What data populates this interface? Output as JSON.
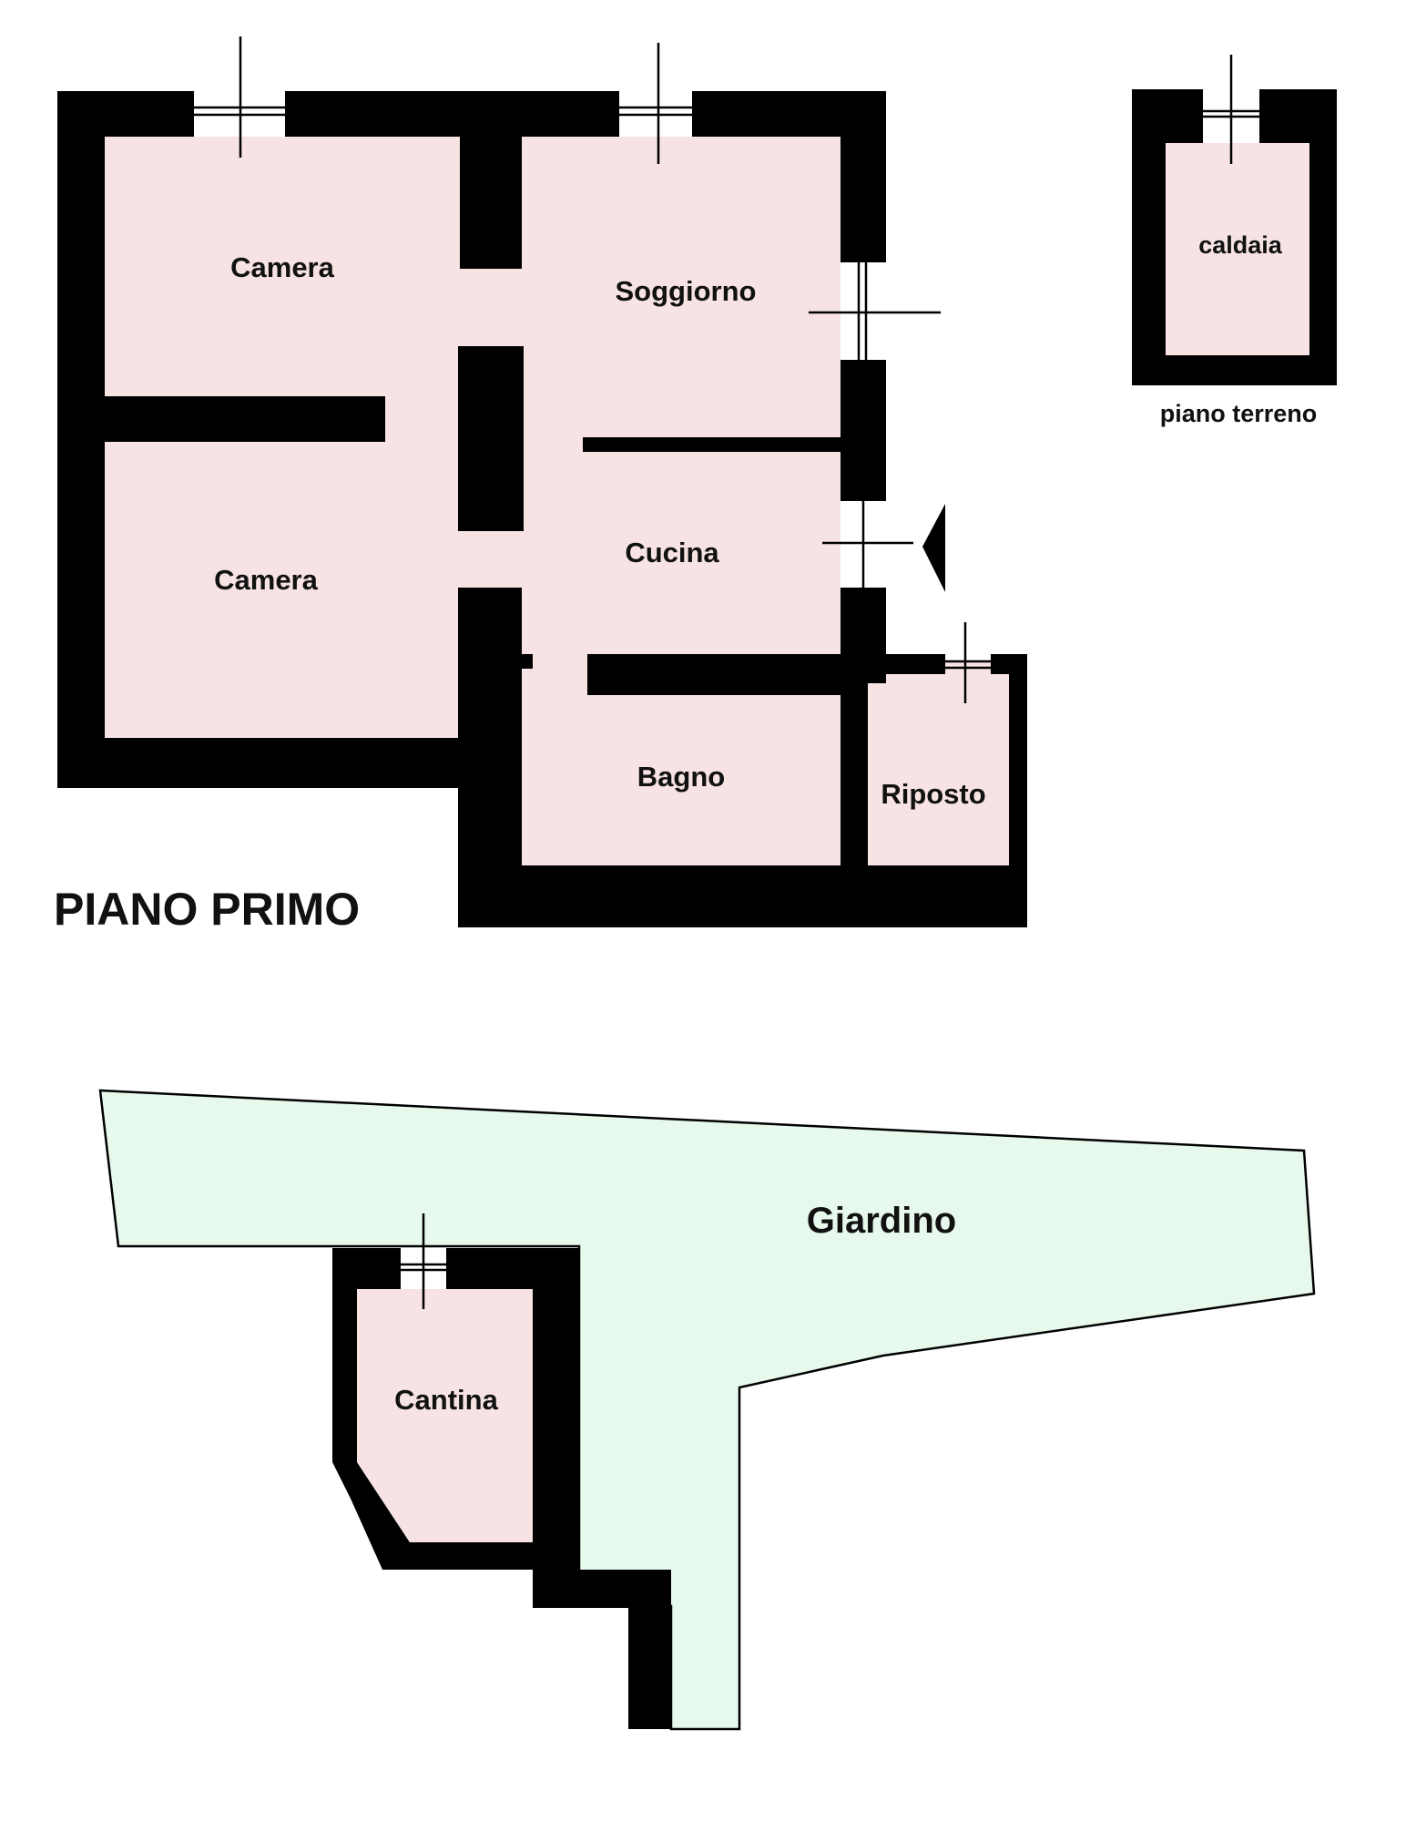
{
  "colors": {
    "wall": "#000000",
    "room_fill": "#f7e3e3",
    "garden_fill": "#e6f9ec",
    "background": "#ffffff"
  },
  "first_floor": {
    "title": "PIANO PRIMO",
    "rooms": {
      "camera_top": "Camera",
      "camera_bottom": "Camera",
      "soggiorno": "Soggiorno",
      "cucina": "Cucina",
      "bagno": "Bagno",
      "riposto": "Riposto"
    }
  },
  "ground_floor": {
    "room": "caldaia",
    "label": "piano terreno"
  },
  "garden": {
    "label": "Giardino",
    "room": "Cantina"
  },
  "icons": [
    "window-icon",
    "entrance-arrow-icon"
  ]
}
